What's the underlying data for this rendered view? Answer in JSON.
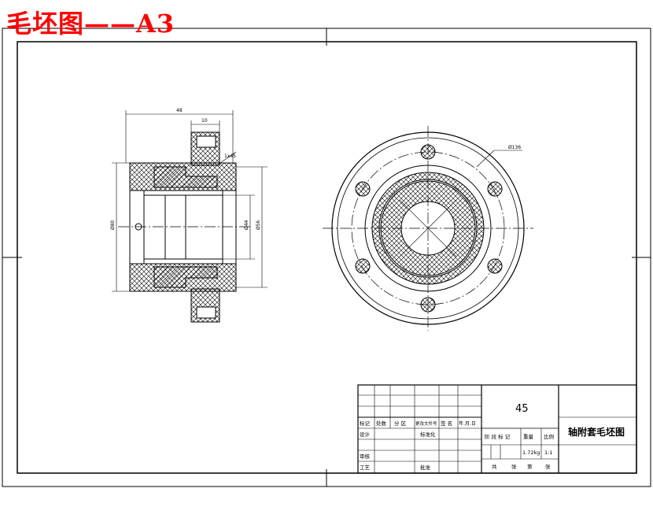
{
  "heading": "毛坯图——A3",
  "title_block": {
    "material": "45",
    "part_name": "轴附套毛坯图",
    "weight": "1.72kg",
    "scale": "1:1",
    "row_revision": [
      "标记",
      "处数",
      "分 区",
      "更改文件号",
      "签 名",
      "年.月.日"
    ],
    "row_design": [
      "设计",
      "标准化"
    ],
    "row_review": "审核",
    "row_process": [
      "工艺",
      "批准"
    ],
    "row_stage": [
      "阶 段 标 记",
      "重量",
      "比例"
    ],
    "row_sheets": [
      "共",
      "张",
      "第",
      "张"
    ]
  },
  "dimensions": {
    "overall_length": "48",
    "flange_width": "10",
    "chamfer": "1x45",
    "outer_diameter": "Ø80",
    "bore_diameter": "Ø44",
    "step_diameter": "Ø56",
    "bolt_circle": "Ø136"
  },
  "colors": {
    "heading": "#ff0000",
    "lines": "#000000"
  }
}
